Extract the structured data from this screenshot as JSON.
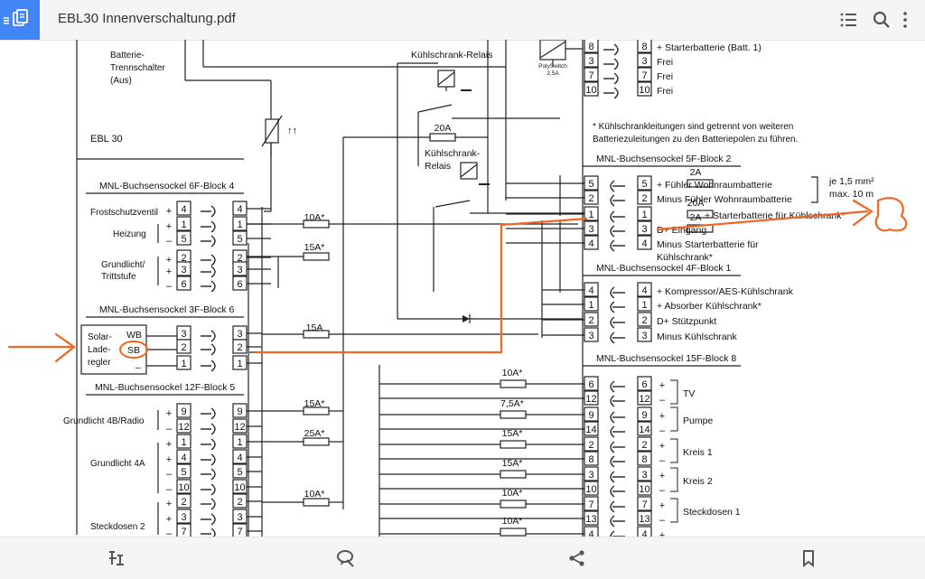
{
  "app": {
    "title": "EBL30 Innenverschaltung.pdf"
  },
  "toolbar": {
    "icons": [
      "menu-icon",
      "document-icon",
      "list-icon",
      "search-icon",
      "more-vertical-icon"
    ]
  },
  "bottom_bar": {
    "icons": [
      "edit-sign-icon",
      "comment-icon",
      "share-icon",
      "bookmark-icon"
    ]
  },
  "schematic": {
    "batt_switch": [
      "Batterie-",
      "Trennschalter",
      "(Aus)"
    ],
    "ebl30": "EBL 30",
    "polyswitch": [
      "PolySwitch",
      "2,5A"
    ],
    "relay1": "Kühlschrank-Relais",
    "relay2": [
      "Kühlschrank-",
      "Relais"
    ],
    "fuse_20a_top": "20A",
    "note": [
      "* Kühlschrankleitungen sind getrennt von weiteren",
      "Batteriezuleitungen zu den Batteriepolen zu führen."
    ],
    "block_top": {
      "rows": [
        {
          "left": "8",
          "right": "8",
          "label": "+ Starterbatterie (Batt. 1)"
        },
        {
          "left": "3",
          "right": "3",
          "label": "Frei"
        },
        {
          "left": "7",
          "right": "7",
          "label": "Frei"
        },
        {
          "left": "10",
          "right": "10",
          "label": "Frei"
        }
      ]
    },
    "block_6f4": {
      "title": "MNL-Buchsensockel 6F-Block 4",
      "rows": [
        {
          "sign": "+",
          "left": "4",
          "right": "4"
        },
        {
          "sign": "+",
          "left": "1",
          "right": "1"
        },
        {
          "sign": "–",
          "left": "5",
          "right": "5"
        },
        {
          "sign": "+",
          "left": "2",
          "right": "2"
        },
        {
          "sign": "+",
          "left": "3",
          "right": "3"
        },
        {
          "sign": "–",
          "left": "6",
          "right": "6"
        }
      ],
      "labels": {
        "frost": "Frostschutzventil",
        "heizung": "Heizung",
        "grund": [
          "Grundlicht/",
          "Trittstufe"
        ]
      },
      "fuses": [
        "10A*",
        "15A*"
      ]
    },
    "block_3f6": {
      "title": "MNL-Buchsensockel 3F-Block 6",
      "rows": [
        {
          "left": "3",
          "right": "3"
        },
        {
          "left": "2",
          "right": "2"
        },
        {
          "left": "1",
          "right": "1"
        }
      ],
      "solar": [
        "Solar-",
        "Lade-",
        "regler"
      ],
      "wb": "WB",
      "sb": "SB",
      "minus": "–",
      "fuse": "15A"
    },
    "block_12f5": {
      "title": "MNL-Buchsensockel 12F-Block 5",
      "rows": [
        {
          "sign": "+",
          "left": "9",
          "right": "9"
        },
        {
          "sign": "–",
          "left": "12",
          "right": "12"
        },
        {
          "sign": "+",
          "left": "1",
          "right": "1"
        },
        {
          "sign": "+",
          "left": "4",
          "right": "4"
        },
        {
          "sign": "–",
          "left": "5",
          "right": "5"
        },
        {
          "sign": "–",
          "left": "10",
          "right": "10"
        },
        {
          "sign": "+",
          "left": "2",
          "right": "2"
        },
        {
          "sign": "+",
          "left": "3",
          "right": "3"
        },
        {
          "sign": "–",
          "left": "7",
          "right": "7"
        }
      ],
      "labels": {
        "radio": "Grundlicht 4B/Radio",
        "g4a": "Grundlicht 4A",
        "steck2": "Steckdosen 2"
      },
      "fuses": [
        "15A*",
        "25A*",
        "10A*"
      ]
    },
    "block_5f2": {
      "title": "MNL-Buchsensockel 5F-Block 2",
      "rows": [
        {
          "left": "5",
          "right": "5",
          "fuse": "2A",
          "label": "+ Fühler Wohnraumbatterie"
        },
        {
          "left": "2",
          "right": "2",
          "fuse": "",
          "label": "Minus Fühler Wohnraumbatterie"
        },
        {
          "left": "1",
          "right": "1",
          "fuse": "20A",
          "label": "+ Starterbatterie für Kühlschrank*"
        },
        {
          "left": "3",
          "right": "3",
          "fuse": "2A",
          "label": "D+ Eingang"
        },
        {
          "left": "4",
          "right": "4",
          "fuse": "",
          "label": "Minus Starterbatterie für"
        }
      ],
      "label_extra": "Kühlschrank*",
      "bracket": [
        "je 1,5 mm²",
        "max. 10 m"
      ]
    },
    "block_4f1": {
      "title": "MNL-Buchsensockel 4F-Block 1",
      "rows": [
        {
          "left": "4",
          "right": "4",
          "label": "+ Kompressor/AES-Kühlschrank"
        },
        {
          "left": "1",
          "right": "1",
          "label": "+ Absorber Kühlschrank*"
        },
        {
          "left": "2",
          "right": "2",
          "label": "D+ Stützpunkt"
        },
        {
          "left": "3",
          "right": "3",
          "label": "Minus Kühlschrank"
        }
      ]
    },
    "block_15f8": {
      "title": "MNL-Buchsensockel 15F-Block 8",
      "rows": [
        {
          "left": "6",
          "right": "6",
          "sign": "+"
        },
        {
          "left": "12",
          "right": "12",
          "sign": "–"
        },
        {
          "left": "9",
          "right": "9",
          "sign": "+"
        },
        {
          "left": "14",
          "right": "14",
          "sign": "–"
        },
        {
          "left": "2",
          "right": "2",
          "sign": "+"
        },
        {
          "left": "8",
          "right": "8",
          "sign": "–"
        },
        {
          "left": "3",
          "right": "3",
          "sign": "+"
        },
        {
          "left": "10",
          "right": "10",
          "sign": "–"
        },
        {
          "left": "7",
          "right": "7",
          "sign": "+"
        },
        {
          "left": "13",
          "right": "13",
          "sign": "–"
        },
        {
          "left": "4",
          "right": "4",
          "sign": "+"
        }
      ],
      "loads": [
        "TV",
        "Pumpe",
        "Kreis 1",
        "Kreis 2",
        "Steckdosen 1"
      ],
      "fuses": [
        "10A*",
        "7,5A*",
        "15A*",
        "15A*",
        "10A*",
        "10A*"
      ]
    }
  }
}
